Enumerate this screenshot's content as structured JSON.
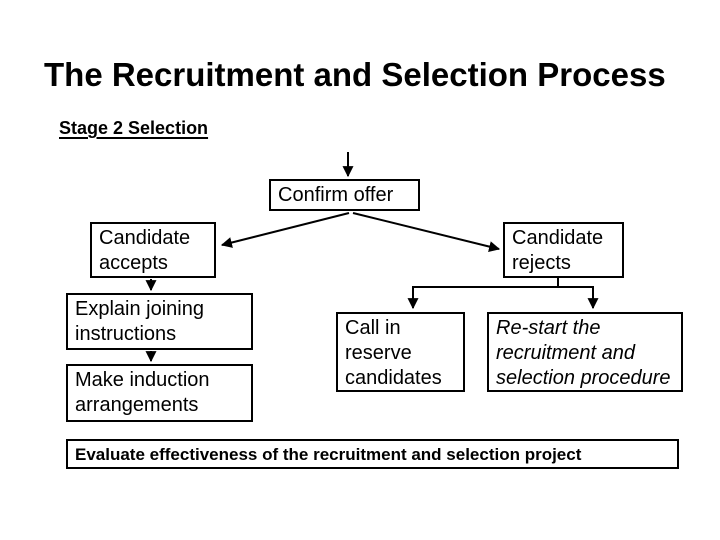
{
  "slide": {
    "title": "The Recruitment and Selection Process",
    "stage_label": "Stage 2 Selection"
  },
  "flowchart": {
    "confirm_offer": "Confirm offer",
    "candidate_accepts": "Candidate\naccepts",
    "candidate_rejects": "Candidate\nrejects",
    "explain_joining": "Explain joining\ninstructions",
    "make_induction": "Make induction\narrangements",
    "call_in_reserve": "Call in\nreserve\ncandidates",
    "restart_procedure": "Re-start the\nrecruitment and\nselection procedure",
    "evaluate": "Evaluate effectiveness of the recruitment and selection project"
  },
  "colors": {
    "background": "#ffffff",
    "text": "#000000",
    "line": "#000000",
    "box_border": "#000000"
  }
}
